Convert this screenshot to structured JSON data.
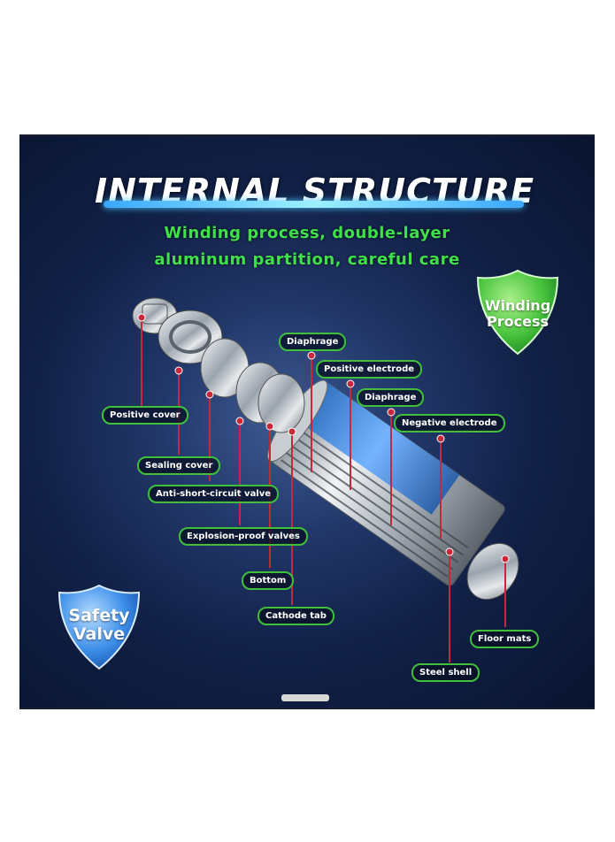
{
  "title": "INTERNAL STRUCTURE",
  "subtitle_line1": "Winding process, double-layer",
  "subtitle_line2": "aluminum partition, careful care",
  "badges": {
    "winding": "Winding Process",
    "safety": "Safety Valve"
  },
  "labels": {
    "positive_cover": "Positive cover",
    "sealing_cover": "Sealing cover",
    "anti_short_circuit_valve": "Anti-short-circuit valve",
    "explosion_proof_valves": "Explosion-proof valves",
    "bottom": "Bottom",
    "cathode_tab": "Cathode tab",
    "diaphrage_1": "Diaphrage",
    "positive_electrode": "Positive electrode",
    "diaphrage_2": "Diaphrage",
    "negative_electrode": "Negative electrode",
    "floor_mats": "Floor mats",
    "steel_shell": "Steel shell"
  },
  "colors": {
    "label_border": "#3fbf3a",
    "subtitle": "#3fe04a",
    "leader_line": "#c8283a",
    "winding_badge": "#4cc84a",
    "safety_badge": "#3b8fe8"
  }
}
